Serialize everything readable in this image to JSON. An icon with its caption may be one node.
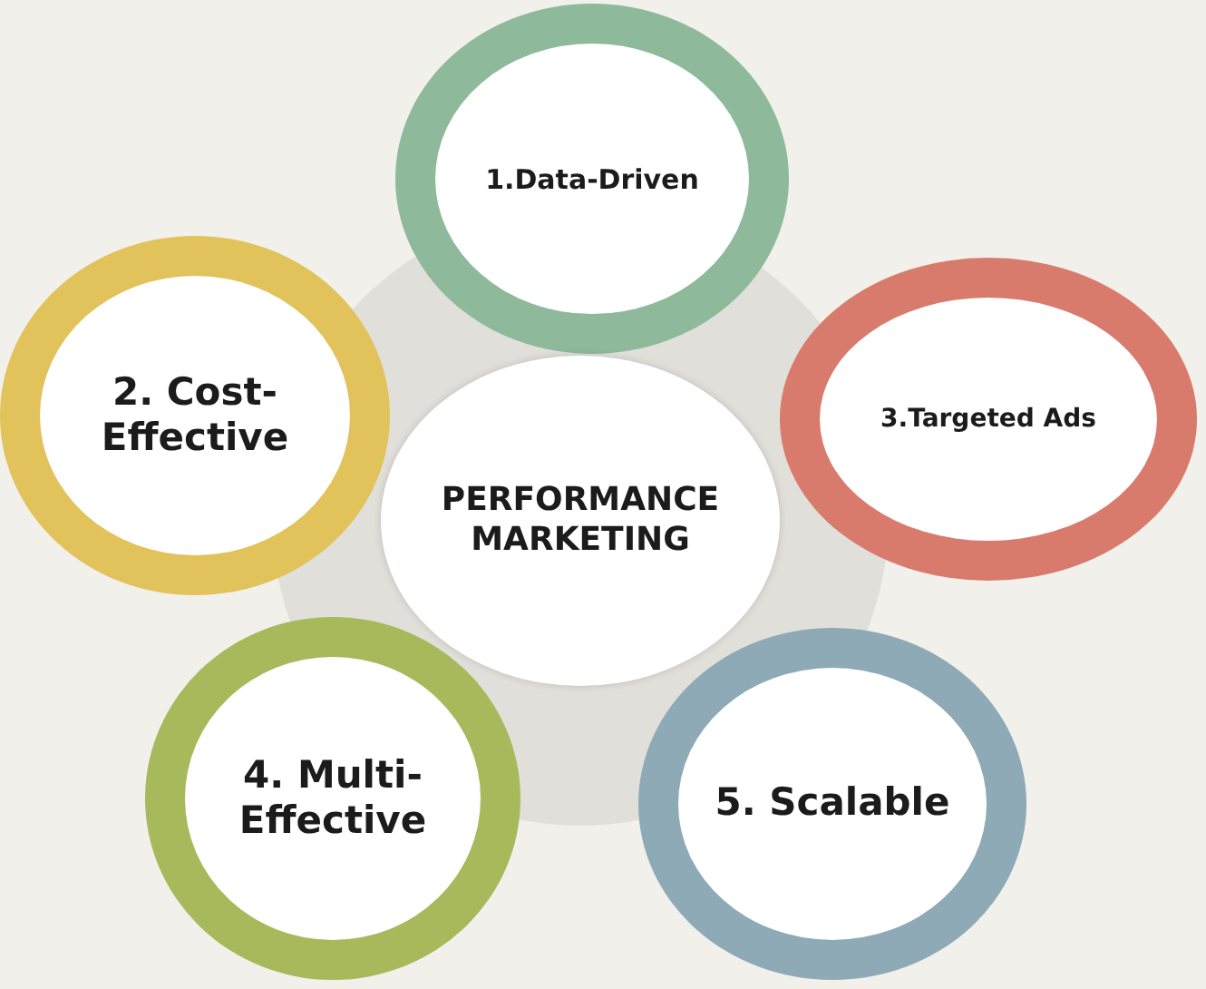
{
  "diagram": {
    "nodes": [
      {
        "text": [
          "1.Data-Driven"
        ]
      },
      {
        "text": [
          "2. Cost-Effective"
        ]
      },
      {
        "text": [
          "PERFORMANCE MARKETING"
        ]
      },
      {
        "text": [
          "3.Targeted Ads"
        ]
      },
      {
        "text": [
          "4. Multi-Effective"
        ]
      },
      {
        "text": [
          "5. Scalable"
        ]
      }
    ]
  }
}
